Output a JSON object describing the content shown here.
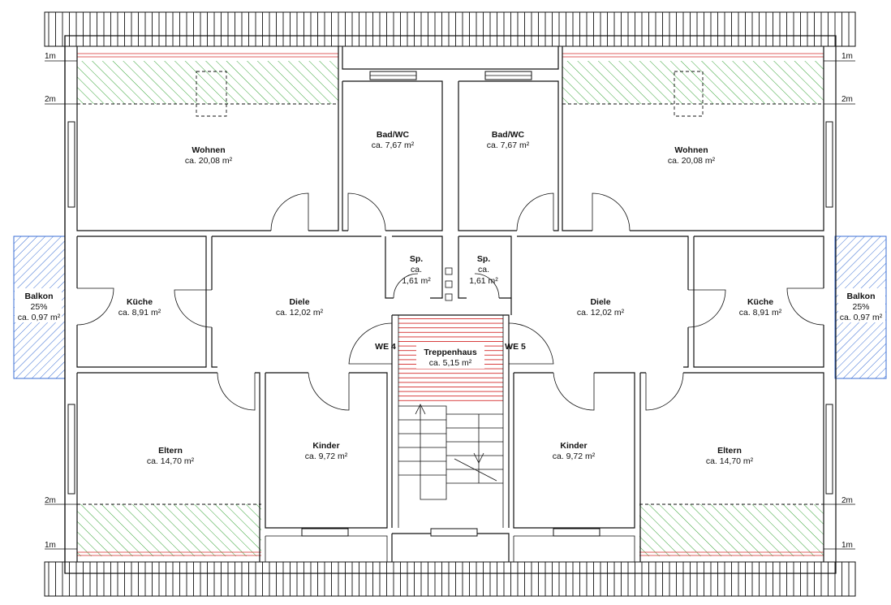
{
  "floorplan": {
    "level_marks": {
      "one": "1m",
      "two": "2m"
    },
    "rooms": [
      {
        "id": "wohnen-left",
        "name": "Wohnen",
        "area": "ca. 20,08 m²"
      },
      {
        "id": "bad-left",
        "name": "Bad/WC",
        "area": "ca. 7,67 m²"
      },
      {
        "id": "bad-right",
        "name": "Bad/WC",
        "area": "ca. 7,67 m²"
      },
      {
        "id": "wohnen-right",
        "name": "Wohnen",
        "area": "ca. 20,08 m²"
      },
      {
        "id": "balkon-left",
        "name": "Balkon",
        "share": "25%",
        "area": "ca. 0,97 m²"
      },
      {
        "id": "kueche-left",
        "name": "Küche",
        "area": "ca. 8,91 m²"
      },
      {
        "id": "diele-left",
        "name": "Diele",
        "area": "ca. 12,02 m²"
      },
      {
        "id": "sp-left",
        "name": "Sp.",
        "area_line1": "ca.",
        "area_line2": "1,61 m²"
      },
      {
        "id": "sp-right",
        "name": "Sp.",
        "area_line1": "ca.",
        "area_line2": "1,61 m²"
      },
      {
        "id": "diele-right",
        "name": "Diele",
        "area": "ca. 12,02 m²"
      },
      {
        "id": "kueche-right",
        "name": "Küche",
        "area": "ca. 8,91 m²"
      },
      {
        "id": "balkon-right",
        "name": "Balkon",
        "share": "25%",
        "area": "ca. 0,97 m²"
      },
      {
        "id": "treppenhaus",
        "name": "Treppenhaus",
        "area": "ca. 5,15 m²"
      },
      {
        "id": "eltern-left",
        "name": "Eltern",
        "area": "ca. 14,70 m²"
      },
      {
        "id": "kinder-left",
        "name": "Kinder",
        "area": "ca. 9,72 m²"
      },
      {
        "id": "kinder-right",
        "name": "Kinder",
        "area": "ca. 9,72 m²"
      },
      {
        "id": "eltern-right",
        "name": "Eltern",
        "area": "ca. 14,70 m²"
      }
    ],
    "units": {
      "left": "WE 4",
      "right": "WE 5"
    },
    "colors": {
      "slope_hatch": "#3aa53a",
      "balcony_hatch": "#3b6fd4",
      "stair_hatch": "#d42a2a",
      "wall": "#111111"
    }
  }
}
